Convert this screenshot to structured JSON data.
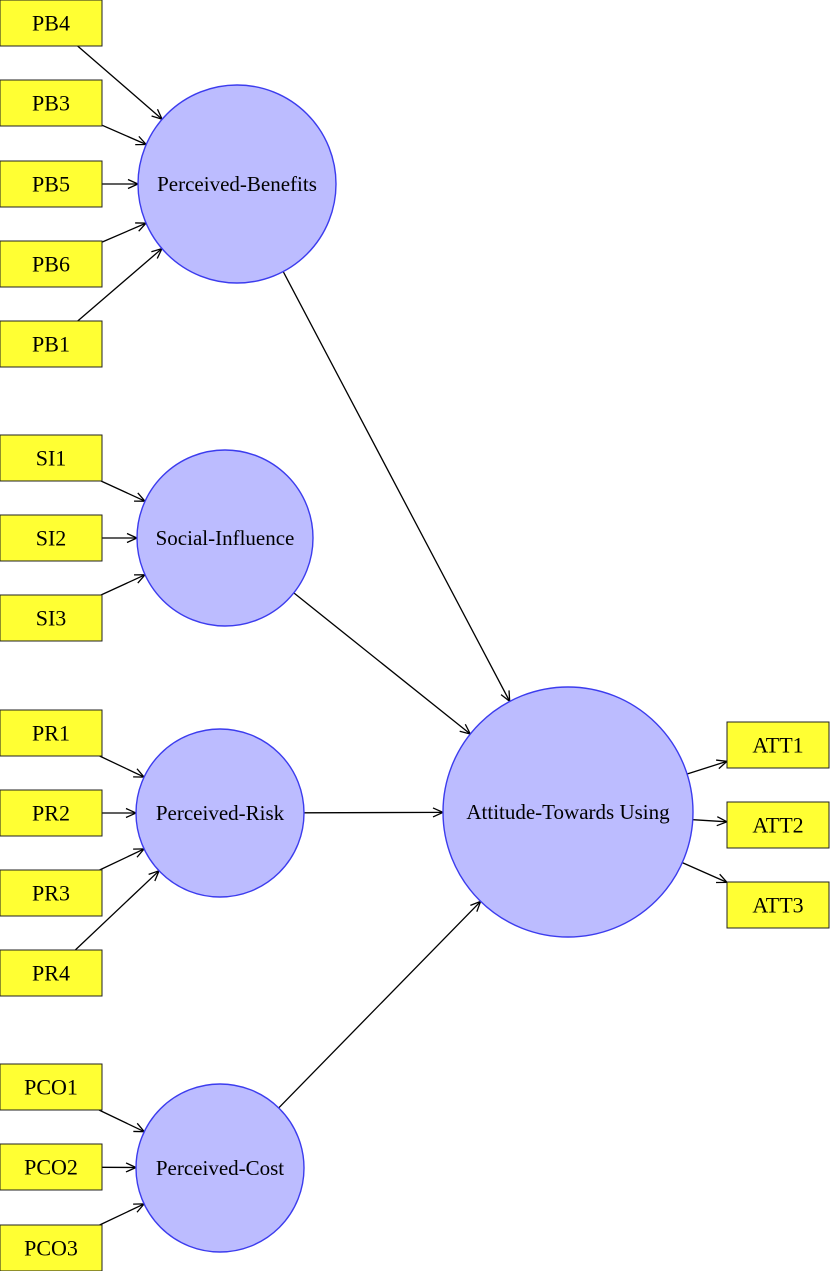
{
  "diagram": {
    "colors": {
      "indicator_fill": "#ffff33",
      "latent_fill": "#bcbcff",
      "latent_stroke": "#3c3cee",
      "edge": "#000000"
    },
    "constructs": [
      {
        "id": "pb",
        "label": "Perceived-Benefits"
      },
      {
        "id": "si",
        "label": "Social-Influence"
      },
      {
        "id": "pr",
        "label": "Perceived-Risk"
      },
      {
        "id": "pco",
        "label": "Perceived-Cost"
      },
      {
        "id": "att",
        "label": "Attitude-Towards Using"
      }
    ],
    "indicators": [
      {
        "id": "PB4",
        "label": "PB4",
        "construct": "pb"
      },
      {
        "id": "PB3",
        "label": "PB3",
        "construct": "pb"
      },
      {
        "id": "PB5",
        "label": "PB5",
        "construct": "pb"
      },
      {
        "id": "PB6",
        "label": "PB6",
        "construct": "pb"
      },
      {
        "id": "PB1",
        "label": "PB1",
        "construct": "pb"
      },
      {
        "id": "SI1",
        "label": "SI1",
        "construct": "si"
      },
      {
        "id": "SI2",
        "label": "SI2",
        "construct": "si"
      },
      {
        "id": "SI3",
        "label": "SI3",
        "construct": "si"
      },
      {
        "id": "PR1",
        "label": "PR1",
        "construct": "pr"
      },
      {
        "id": "PR2",
        "label": "PR2",
        "construct": "pr"
      },
      {
        "id": "PR3",
        "label": "PR3",
        "construct": "pr"
      },
      {
        "id": "PR4",
        "label": "PR4",
        "construct": "pr"
      },
      {
        "id": "PCO1",
        "label": "PCO1",
        "construct": "pco"
      },
      {
        "id": "PCO2",
        "label": "PCO2",
        "construct": "pco"
      },
      {
        "id": "PCO3",
        "label": "PCO3",
        "construct": "pco"
      },
      {
        "id": "ATT1",
        "label": "ATT1",
        "construct": "att"
      },
      {
        "id": "ATT2",
        "label": "ATT2",
        "construct": "att"
      },
      {
        "id": "ATT3",
        "label": "ATT3",
        "construct": "att"
      }
    ],
    "paths": [
      {
        "from": "pb",
        "to": "att"
      },
      {
        "from": "si",
        "to": "att"
      },
      {
        "from": "pr",
        "to": "att"
      },
      {
        "from": "pco",
        "to": "att"
      }
    ]
  }
}
